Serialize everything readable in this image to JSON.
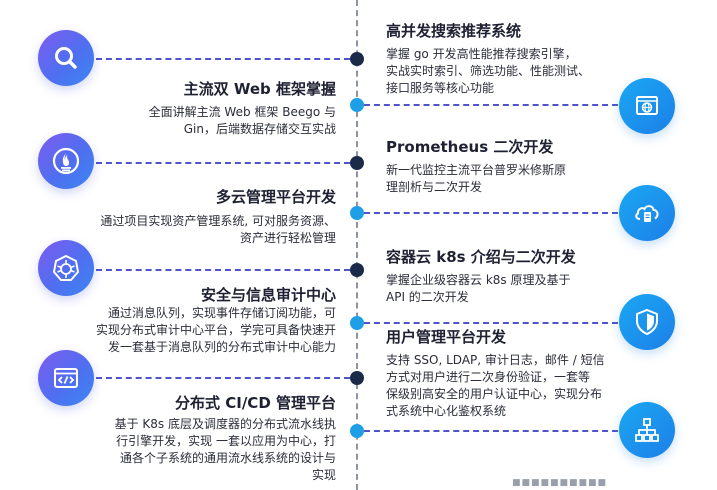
{
  "left": [
    {
      "title": "主流双 Web 框架掌握",
      "desc_lines": [
        "全面讲解主流 Web 框架 Beego 与",
        "Gin，后端数据存储交互实战"
      ],
      "icon": "search-icon"
    },
    {
      "title": "多云管理平台开发",
      "desc_lines": [
        "通过项目实现资产管理系统, 可对服务资源、",
        "资产进行轻松管理"
      ],
      "icon": "prometheus-fire-icon"
    },
    {
      "title": "安全与信息审计中心",
      "desc_lines": [
        "通过消息队列，实现事件存储订阅功能，可",
        "实现分布式审计中心平台，学完可具备快速开",
        "发一套基于消息队列的分布式审计中心能力"
      ],
      "icon": "kubernetes-helm-icon"
    },
    {
      "title": "分布式 CI/CD 管理平台",
      "desc_lines": [
        "基于 K8s 底层及调度器的分布式流水线执",
        "行引擎开发，实现 一套以应用为中心，打",
        "通各个子系统的通用流水线系统的设计与",
        "实现"
      ],
      "icon": "code-window-icon"
    }
  ],
  "right": [
    {
      "title": "高并发搜索推荐系统",
      "desc_lines": [
        "掌握 go 开发高性能推荐搜索引擎，",
        "实战实时索引、筛选功能、性能测试、",
        "接口服务等核心功能"
      ],
      "icon": "web-browser-icon"
    },
    {
      "title": "Prometheus 二次开发",
      "desc_lines": [
        "新一代监控主流平台普罗米修斯原",
        "理剖析与二次开发"
      ],
      "icon": "cloud-document-icon"
    },
    {
      "title": "容器云 k8s 介绍与二次开发",
      "desc_lines": [
        "掌握企业级容器云 k8s 原理及基于",
        "API 的二次开发"
      ],
      "icon": "shield-icon"
    },
    {
      "title": "用户管理平台开发",
      "desc_lines": [
        " 支持 SSO, LDAP, 审计日志，邮件 / 短信",
        "方式对用户进行二次身份验证，一套等",
        "保级别高安全的用户认证中心，实现分布",
        "式系统中心化鉴权系统"
      ],
      "icon": "network-hierarchy-icon"
    }
  ],
  "watermark": "■■■■■■■■■■",
  "colors": {
    "accent_purple": "#5b5ff0",
    "accent_blue": "#1d8fea",
    "dot_dark": "#1c2a4a",
    "dot_blue": "#1fa0e6",
    "connector": "#4f55c8"
  }
}
